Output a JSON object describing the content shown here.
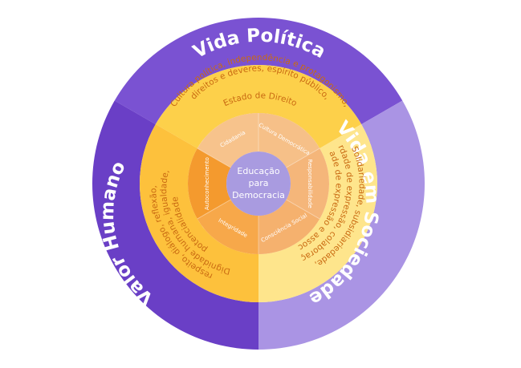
{
  "center": {
    "lines": [
      "Educação",
      "para",
      "Democracia"
    ],
    "color": "#a99be0"
  },
  "outer_ring": [
    {
      "label": "Vida Política",
      "color": "#7a52d2"
    },
    {
      "label": "Vida em Sociedade",
      "color": "#aa94e4"
    },
    {
      "label": "Valor Humano",
      "color": "#6a3fc6"
    }
  ],
  "middle_ring": [
    {
      "lines": [
        "Cultura política, independência e protagonismo,",
        "direitos e deveres, espírito público,",
        "Estado de Direito"
      ],
      "color": "#fdd04a"
    },
    {
      "lines": [
        "Solidariedade, subsidiariedade,",
        "liberdade de expressão, colaboração,",
        "liberdade de expressão e associação"
      ],
      "color": "#fee58c"
    },
    {
      "lines": [
        "respeito, diálogo, reflexão,",
        "Dignidade humana, igualdade,",
        "potencialidade"
      ],
      "color": "#fdc13c"
    }
  ],
  "inner_ring": [
    {
      "label": "Cidadania",
      "color": "#f7c38c"
    },
    {
      "label": "Cultura Democrática",
      "color": "#f6c088"
    },
    {
      "label": "Responsabilidade",
      "color": "#f5b67a"
    },
    {
      "label": "Consciência Social",
      "color": "#f5b16e"
    },
    {
      "label": "Integridade",
      "color": "#f7a84a"
    },
    {
      "label": "Autoconhecimento",
      "color": "#f49a2e"
    }
  ]
}
